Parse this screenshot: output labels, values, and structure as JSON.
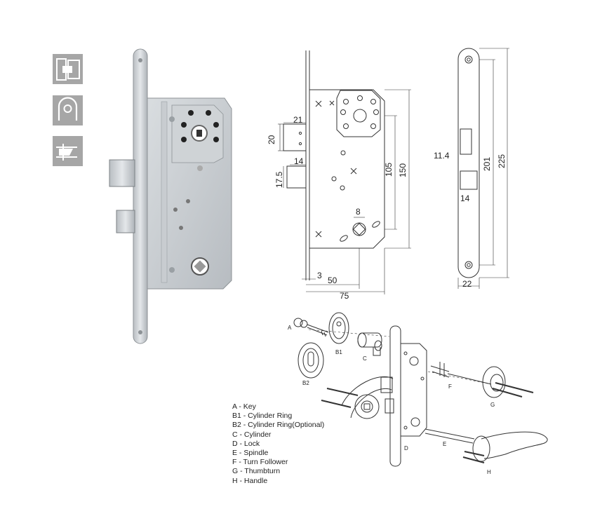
{
  "icons": [
    {
      "name": "hinge-door-icon",
      "color": "#a6a6a6"
    },
    {
      "name": "arch-profile-icon",
      "color": "#a6a6a6"
    },
    {
      "name": "latch-bolt-icon",
      "color": "#a6a6a6"
    }
  ],
  "front_view": {
    "dims": {
      "latch_width": "21",
      "latch_height": "20",
      "deadbolt_width": "14",
      "deadbolt_height": "17.5",
      "spindle": "8",
      "lower_center": "105",
      "total_height": "150",
      "forend": "3",
      "backset": "50",
      "case_width": "75"
    }
  },
  "side_view": {
    "dims": {
      "slot": "11.4",
      "opening": "14",
      "spacing": "201",
      "length": "225",
      "width": "22"
    }
  },
  "exploded": {
    "labels": {
      "A": "A",
      "B1": "B1",
      "B2": "B2",
      "C": "C",
      "D": "D",
      "E": "E",
      "F": "F",
      "G": "G",
      "H": "H"
    }
  },
  "legend": [
    "A - Key",
    "B1 - Cylinder Ring",
    "B2 - Cylinder Ring(Optional)",
    "C - Cylinder",
    "D - Lock",
    "E - Spindle",
    "F - Turn Follower",
    "G - Thumbturn",
    "H - Handle"
  ]
}
